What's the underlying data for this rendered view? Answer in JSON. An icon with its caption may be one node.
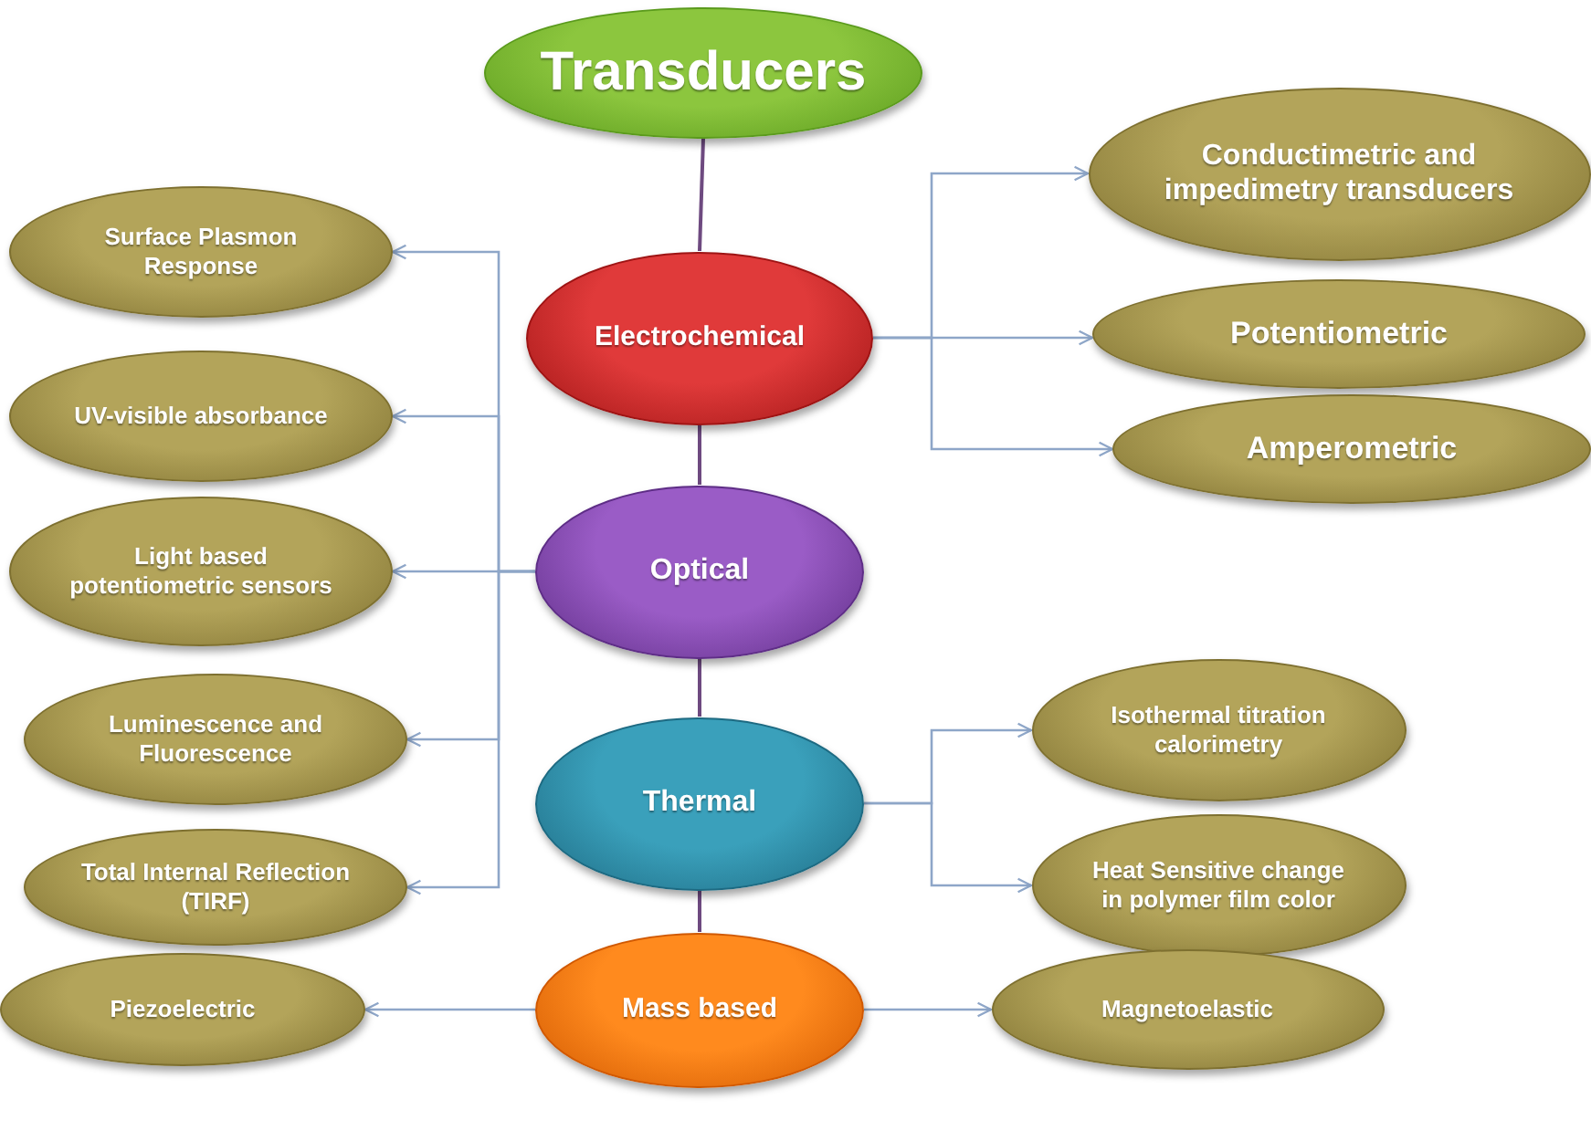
{
  "diagram": {
    "nodes": [
      {
        "text": [
          "Transducers"
        ]
      },
      {
        "text": [
          "Electrochemical"
        ]
      },
      {
        "text": [
          "Optical"
        ]
      },
      {
        "text": [
          "Thermal"
        ]
      },
      {
        "text": [
          "Mass based"
        ]
      },
      {
        "text": [
          "Surface Plasmon Response"
        ]
      },
      {
        "text": [
          "UV-visible absorbance"
        ]
      },
      {
        "text": [
          "Light based potentiometric sensors"
        ]
      },
      {
        "text": [
          "Luminescence and Fluorescence"
        ]
      },
      {
        "text": [
          "Total Internal Reflection (TIRF)"
        ]
      },
      {
        "text": [
          "Conductimetric and impedimetry transducers"
        ]
      },
      {
        "text": [
          "Potentiometric"
        ]
      },
      {
        "text": [
          "Amperometric"
        ]
      },
      {
        "text": [
          "Isothermal titration calorimetry"
        ]
      },
      {
        "text": [
          "Heat Sensitive change in polymer film color"
        ]
      },
      {
        "text": [
          "Piezoelectric"
        ]
      },
      {
        "text": [
          "Magnetoelastic"
        ]
      }
    ],
    "edges": [
      {
        "from": 0,
        "to": 1,
        "arrow": "none",
        "color": "#6e4a80"
      },
      {
        "from": 1,
        "to": 2,
        "arrow": "none",
        "color": "#6e4a80"
      },
      {
        "from": 2,
        "to": 3,
        "arrow": "none",
        "color": "#6e4a80"
      },
      {
        "from": 3,
        "to": 4,
        "arrow": "none",
        "color": "#6e4a80"
      },
      {
        "from": 2,
        "to": 5,
        "arrow": "to"
      },
      {
        "from": 2,
        "to": 6,
        "arrow": "to"
      },
      {
        "from": 2,
        "to": 7,
        "arrow": "to"
      },
      {
        "from": 2,
        "to": 8,
        "arrow": "to"
      },
      {
        "from": 2,
        "to": 9,
        "arrow": "to"
      },
      {
        "from": 1,
        "to": 10,
        "arrow": "to"
      },
      {
        "from": 1,
        "to": 11,
        "arrow": "to"
      },
      {
        "from": 1,
        "to": 12,
        "arrow": "to"
      },
      {
        "from": 3,
        "to": 13,
        "arrow": "to"
      },
      {
        "from": 3,
        "to": 14,
        "arrow": "to"
      },
      {
        "from": 4,
        "to": 15,
        "arrow": "to"
      },
      {
        "from": 4,
        "to": 16,
        "arrow": "to"
      }
    ]
  }
}
